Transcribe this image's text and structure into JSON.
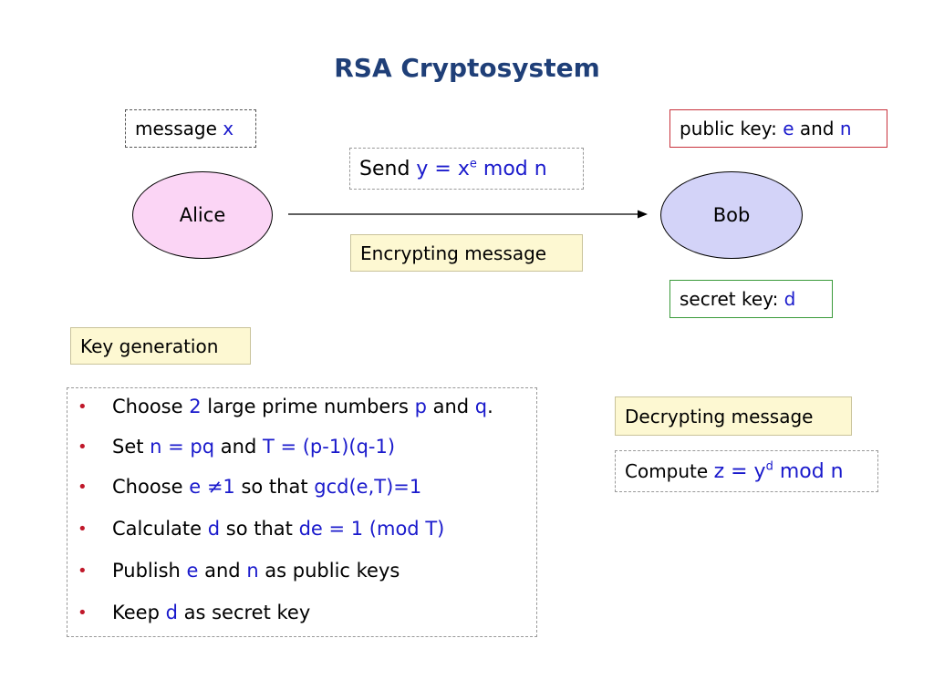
{
  "title": "RSA Cryptosystem",
  "alice": {
    "message_label": "message",
    "message_var": "x",
    "name": "Alice"
  },
  "bob": {
    "name": "Bob",
    "public_key_label": "public key:",
    "public_key_e": "e",
    "public_key_and": "and",
    "public_key_n": "n",
    "secret_key_label": "secret key:",
    "secret_key_d": "d"
  },
  "send": {
    "label": "Send",
    "formula_lhs": "y = x",
    "formula_exp": "e",
    "formula_rhs": "mod n"
  },
  "encrypting_label": "Encrypting message",
  "key_generation_label": "Key generation",
  "steps": [
    {
      "parts": [
        {
          "t": "Choose ",
          "c": "k"
        },
        {
          "t": "2",
          "c": "b"
        },
        {
          "t": " large prime numbers ",
          "c": "k"
        },
        {
          "t": "p",
          "c": "b"
        },
        {
          "t": " and ",
          "c": "k"
        },
        {
          "t": "q",
          "c": "b"
        },
        {
          "t": ".",
          "c": "k"
        }
      ]
    },
    {
      "parts": [
        {
          "t": "Set ",
          "c": "k"
        },
        {
          "t": "n = pq",
          "c": "b"
        },
        {
          "t": " and ",
          "c": "k"
        },
        {
          "t": "T = (p-1)(q-1)",
          "c": "b"
        }
      ]
    },
    {
      "parts": [
        {
          "t": "Choose ",
          "c": "k"
        },
        {
          "t": "e ≠1",
          "c": "b"
        },
        {
          "t": " so that ",
          "c": "k"
        },
        {
          "t": "gcd(e,T)=1",
          "c": "b"
        }
      ]
    },
    {
      "parts": [
        {
          "t": "Calculate ",
          "c": "k"
        },
        {
          "t": "d",
          "c": "b"
        },
        {
          "t": " so that ",
          "c": "k"
        },
        {
          "t": "de = 1 (mod T)",
          "c": "b"
        }
      ]
    },
    {
      "parts": [
        {
          "t": "Publish ",
          "c": "k"
        },
        {
          "t": "e",
          "c": "b"
        },
        {
          "t": " and ",
          "c": "k"
        },
        {
          "t": "n",
          "c": "b"
        },
        {
          "t": " as public keys",
          "c": "k"
        }
      ]
    },
    {
      "parts": [
        {
          "t": "Keep ",
          "c": "k"
        },
        {
          "t": "d",
          "c": "b"
        },
        {
          "t": " as secret key",
          "c": "k"
        }
      ]
    }
  ],
  "bullet_char": "•",
  "decrypting_label": "Decrypting message",
  "compute": {
    "label": "Compute",
    "formula_lhs": "z = y",
    "formula_exp": "d",
    "formula_rhs": "mod n"
  },
  "colors": {
    "title": "#1f3f78",
    "variable": "#1a1acc",
    "bullet": "#c0182a",
    "alice_fill": "#fbd5f5",
    "bob_fill": "#d3d3f8",
    "label_box_fill": "#fdf8d2"
  }
}
